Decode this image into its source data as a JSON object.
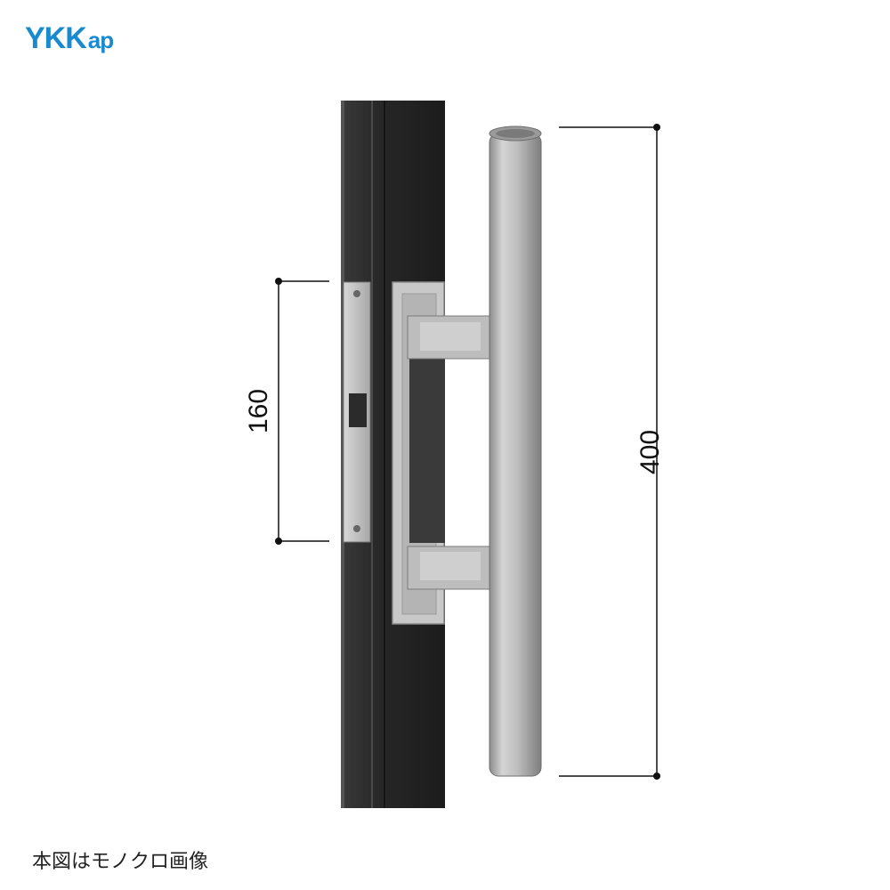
{
  "brand": {
    "logo_main": "YKK",
    "logo_sub": "ap"
  },
  "caption": "本図はモノクロ画像",
  "dimensions": {
    "handle_length": "400",
    "lock_case_height": "160"
  },
  "colors": {
    "brand": "#1a8ad0",
    "frame": "#2a2a2a",
    "metal": "#b8b8b8",
    "dimension_line": "#111111"
  }
}
